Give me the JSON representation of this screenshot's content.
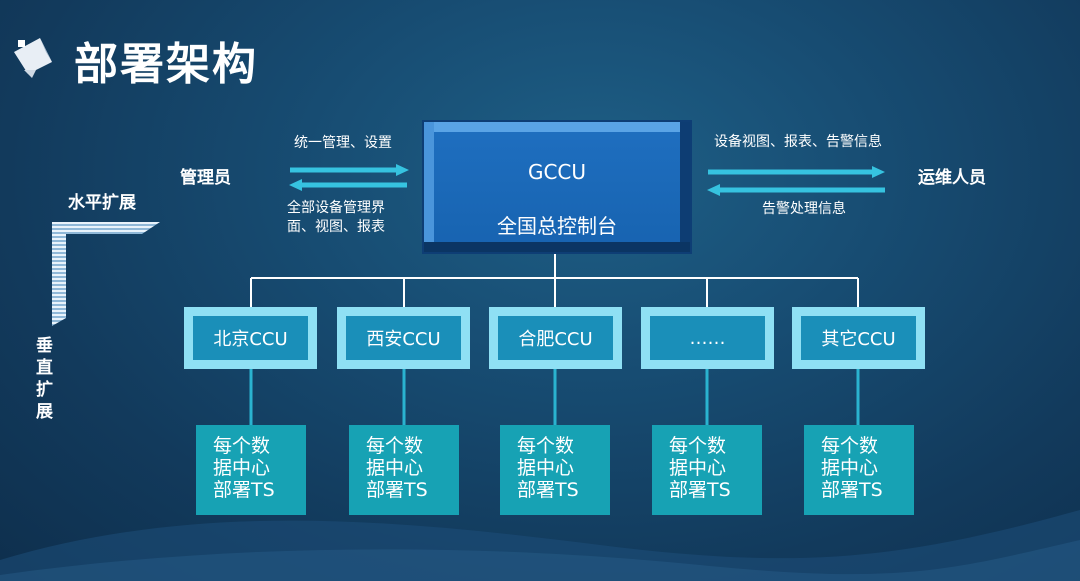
{
  "title": "部署架构",
  "labels": {
    "admin": "管理员",
    "ops": "运维人员",
    "horizontal": "水平扩展",
    "vertical": [
      "垂",
      "直",
      "扩",
      "展"
    ]
  },
  "arrows": {
    "left_top": "统一管理、设置",
    "left_bottom": [
      "全部设备管理界",
      "面、视图、报表"
    ],
    "right_top": "设备视图、报表、告警信息",
    "right_bottom": "告警处理信息"
  },
  "gccu": {
    "name": "GCCU",
    "subtitle": "全国总控制台"
  },
  "ccus": [
    {
      "label": "北京CCU"
    },
    {
      "label": "西安CCU"
    },
    {
      "label": "合肥CCU"
    },
    {
      "label": "……"
    },
    {
      "label": "其它CCU"
    }
  ],
  "ts_box": [
    "每个数",
    "据中心",
    "部署TS"
  ],
  "colors": {
    "accent": "#36c3e0",
    "ccu_outer": "#8fe0f4",
    "ccu_inner": "#1a8fb9",
    "ts": "#17a2b4",
    "gccu": "#1763b0"
  }
}
